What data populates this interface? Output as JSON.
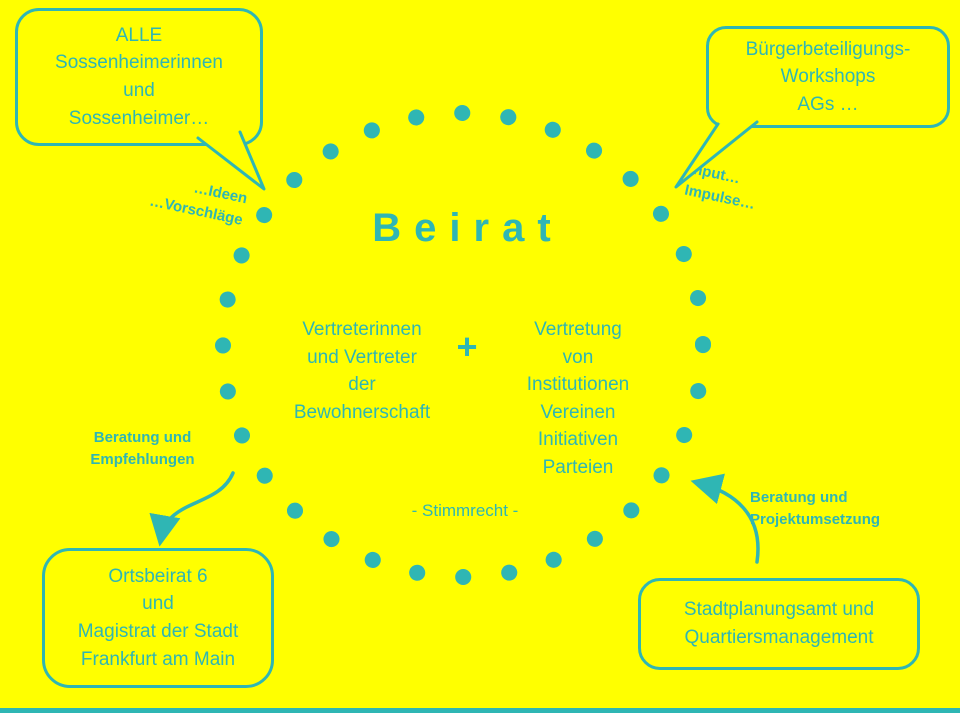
{
  "colors": {
    "background": "#FFFF00",
    "accent": "#2FB6B4"
  },
  "title": "Beirat",
  "bubbles": {
    "top_left": {
      "lines": [
        "ALLE",
        "Sossenheimerinnen",
        "und",
        "Sossenheimer…"
      ]
    },
    "top_right": {
      "lines": [
        "Bürgerbeteiligungs-",
        "Workshops",
        "AGs …"
      ]
    },
    "bottom_left": {
      "lines": [
        "Ortsbeirat 6",
        "und",
        "Magistrat der Stadt",
        "Frankfurt am Main"
      ]
    },
    "bottom_right": {
      "lines": [
        "Stadtplanungsamt und",
        "Quartiersmanagement"
      ]
    }
  },
  "circle": {
    "left_group": {
      "lines": [
        "Vertreterinnen",
        "und Vertreter",
        "der",
        "Bewohnerschaft"
      ]
    },
    "plus": "+",
    "right_group": {
      "lines": [
        "Vertretung",
        "von",
        "Institutionen",
        "Vereinen",
        "Initiativen",
        "Parteien"
      ]
    },
    "footer": "- Stimmrecht -"
  },
  "labels": {
    "ideas": {
      "lines": [
        "…Ideen",
        "…Vorschläge"
      ]
    },
    "impulses": {
      "lines": [
        "Input…",
        "Impulse…"
      ]
    },
    "advice_left": {
      "lines": [
        "Beratung und",
        "Empfehlungen"
      ]
    },
    "advice_right": {
      "lines": [
        "Beratung und",
        "Projektumsetzung"
      ]
    }
  }
}
